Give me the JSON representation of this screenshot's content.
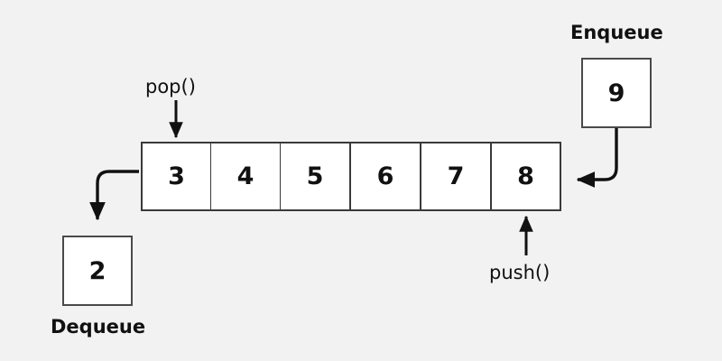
{
  "diagram": {
    "title": "Queue push/pop and enqueue/dequeue illustration",
    "background_color": "#f2f2f2",
    "stroke_color": "#111111",
    "box_fill": "#ffffff"
  },
  "queue": {
    "name": "queue-container",
    "cells": [
      {
        "value": "3"
      },
      {
        "value": "4"
      },
      {
        "value": "5"
      },
      {
        "value": "6"
      },
      {
        "value": "7"
      },
      {
        "value": "8"
      }
    ]
  },
  "enqueue": {
    "caption": "Enqueue",
    "box_value": "9"
  },
  "dequeue": {
    "caption": "Dequeue",
    "box_value": "2"
  },
  "operations": {
    "pop_label": "pop()",
    "push_label": "push()"
  }
}
